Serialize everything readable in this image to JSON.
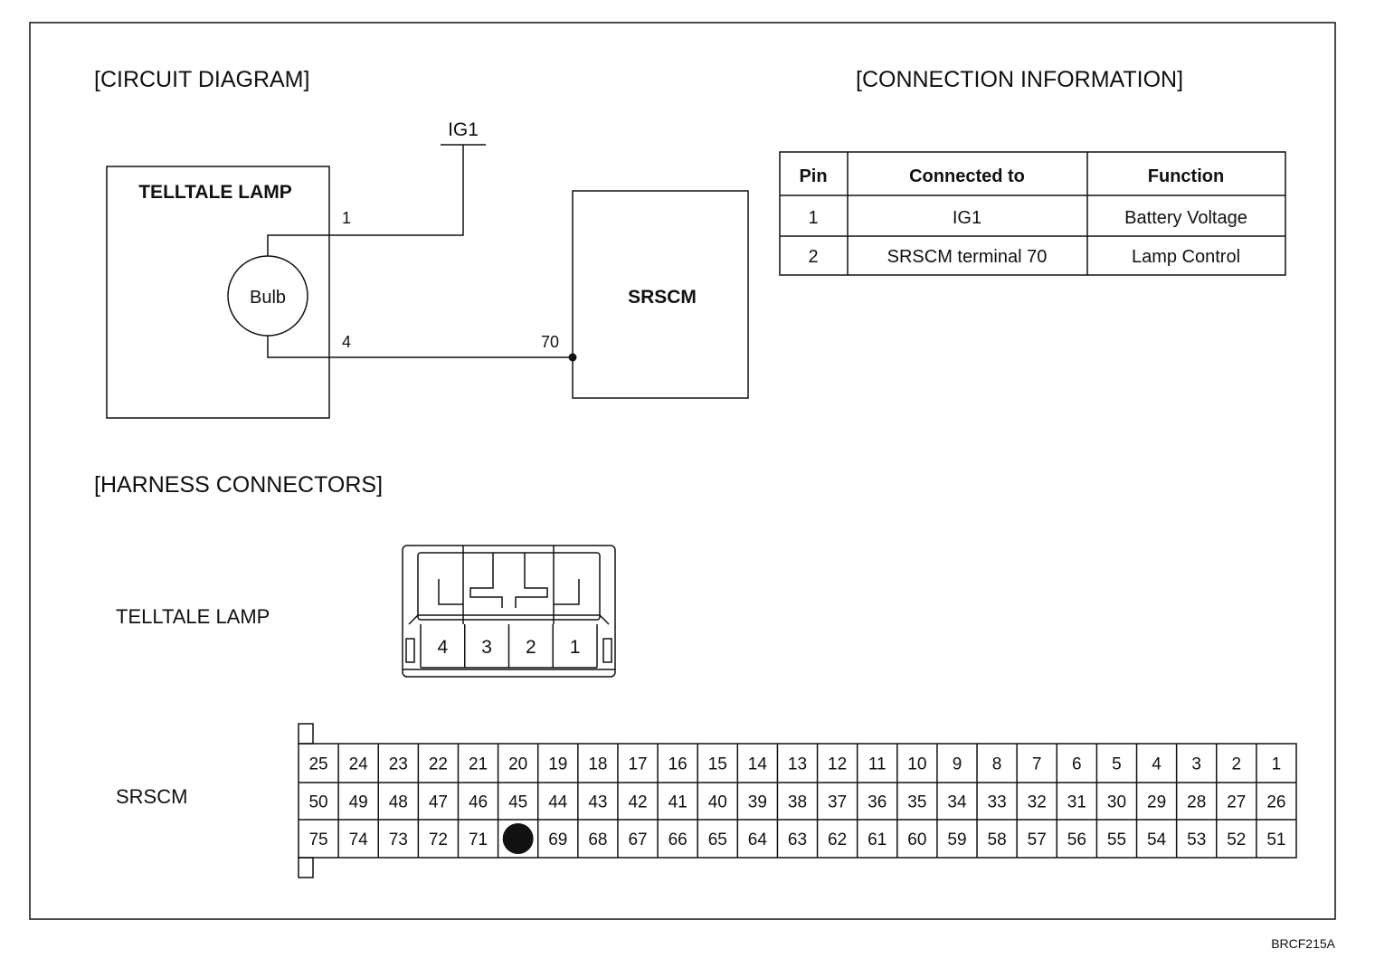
{
  "sections": {
    "circuit": "[CIRCUIT DIAGRAM]",
    "connection": "[CONNECTION INFORMATION]",
    "harness": "[HARNESS CONNECTORS]"
  },
  "circuit": {
    "supply": "IG1",
    "lamp_title": "TELLTALE LAMP",
    "bulb": "Bulb",
    "pin_top": "1",
    "pin_bottom": "4",
    "module": "SRSCM",
    "module_pin": "70"
  },
  "connection_table": {
    "headers": [
      "Pin",
      "Connected to",
      "Function"
    ],
    "rows": [
      [
        "1",
        "IG1",
        "Battery Voltage"
      ],
      [
        "2",
        "SRSCM terminal 70",
        "Lamp Control"
      ]
    ]
  },
  "harness": {
    "lamp_label": "TELLTALE LAMP",
    "lamp_pins": [
      "4",
      "3",
      "2",
      "1"
    ],
    "srscm_label": "SRSCM",
    "srscm_rows": [
      [
        "25",
        "24",
        "23",
        "22",
        "21",
        "20",
        "19",
        "18",
        "17",
        "16",
        "15",
        "14",
        "13",
        "12",
        "11",
        "10",
        "9",
        "8",
        "7",
        "6",
        "5",
        "4",
        "3",
        "2",
        "1"
      ],
      [
        "50",
        "49",
        "48",
        "47",
        "46",
        "45",
        "44",
        "43",
        "42",
        "41",
        "40",
        "39",
        "38",
        "37",
        "36",
        "35",
        "34",
        "33",
        "32",
        "31",
        "30",
        "29",
        "28",
        "27",
        "26"
      ],
      [
        "75",
        "74",
        "73",
        "72",
        "71",
        "70",
        "69",
        "68",
        "67",
        "66",
        "65",
        "64",
        "63",
        "62",
        "61",
        "60",
        "59",
        "58",
        "57",
        "56",
        "55",
        "54",
        "53",
        "52",
        "51"
      ]
    ],
    "highlighted_pin": "70"
  },
  "figure_code": "BRCF215A"
}
